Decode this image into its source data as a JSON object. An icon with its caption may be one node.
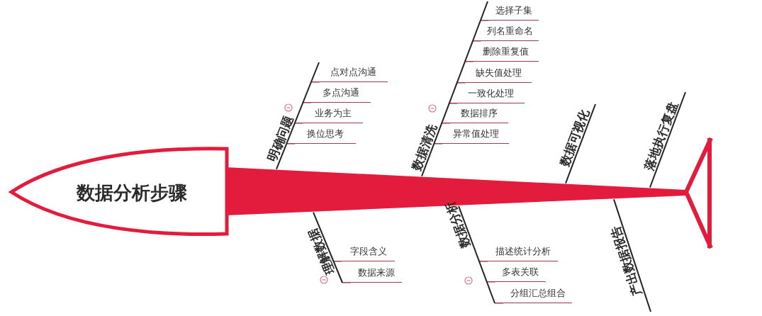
{
  "diagram": {
    "nodes": [
      {
        "text": [
          "数据分析步骤"
        ]
      },
      {
        "text": [
          "明确问题"
        ]
      },
      {
        "text": [
          "点对点沟通"
        ]
      },
      {
        "text": [
          "多点沟通"
        ]
      },
      {
        "text": [
          "业务为主"
        ]
      },
      {
        "text": [
          "换位思考"
        ]
      },
      {
        "text": [
          "数据清洗"
        ]
      },
      {
        "text": [
          "选择子集"
        ]
      },
      {
        "text": [
          "列名重命名"
        ]
      },
      {
        "text": [
          "删除重复值"
        ]
      },
      {
        "text": [
          "缺失值处理"
        ]
      },
      {
        "text": [
          "一致化处理"
        ]
      },
      {
        "text": [
          "数据排序"
        ]
      },
      {
        "text": [
          "异常值处理"
        ]
      },
      {
        "text": [
          "数据可视化"
        ]
      },
      {
        "text": [
          "落地执行复盘"
        ]
      },
      {
        "text": [
          "理解数据"
        ]
      },
      {
        "text": [
          "字段含义"
        ]
      },
      {
        "text": [
          "数据来源"
        ]
      },
      {
        "text": [
          "数据分析"
        ]
      },
      {
        "text": [
          "描述统计分析"
        ]
      },
      {
        "text": [
          "多表关联"
        ]
      },
      {
        "text": [
          "分组汇总组合"
        ]
      },
      {
        "text": [
          "产出数据报告"
        ]
      }
    ],
    "edges": [
      {
        "from": 1,
        "to": 2,
        "arrow": "none"
      },
      {
        "from": 1,
        "to": 3,
        "arrow": "none"
      },
      {
        "from": 1,
        "to": 4,
        "arrow": "none"
      },
      {
        "from": 1,
        "to": 5,
        "arrow": "none"
      },
      {
        "from": 6,
        "to": 7,
        "arrow": "none"
      },
      {
        "from": 6,
        "to": 8,
        "arrow": "none"
      },
      {
        "from": 6,
        "to": 9,
        "arrow": "none"
      },
      {
        "from": 6,
        "to": 10,
        "arrow": "none"
      },
      {
        "from": 6,
        "to": 11,
        "arrow": "none"
      },
      {
        "from": 6,
        "to": 12,
        "arrow": "none"
      },
      {
        "from": 6,
        "to": 13,
        "arrow": "none"
      },
      {
        "from": 16,
        "to": 17,
        "arrow": "none"
      },
      {
        "from": 16,
        "to": 18,
        "arrow": "none"
      },
      {
        "from": 19,
        "to": 20,
        "arrow": "none"
      },
      {
        "from": 19,
        "to": 21,
        "arrow": "none"
      },
      {
        "from": 19,
        "to": 22,
        "arrow": "none"
      }
    ]
  }
}
